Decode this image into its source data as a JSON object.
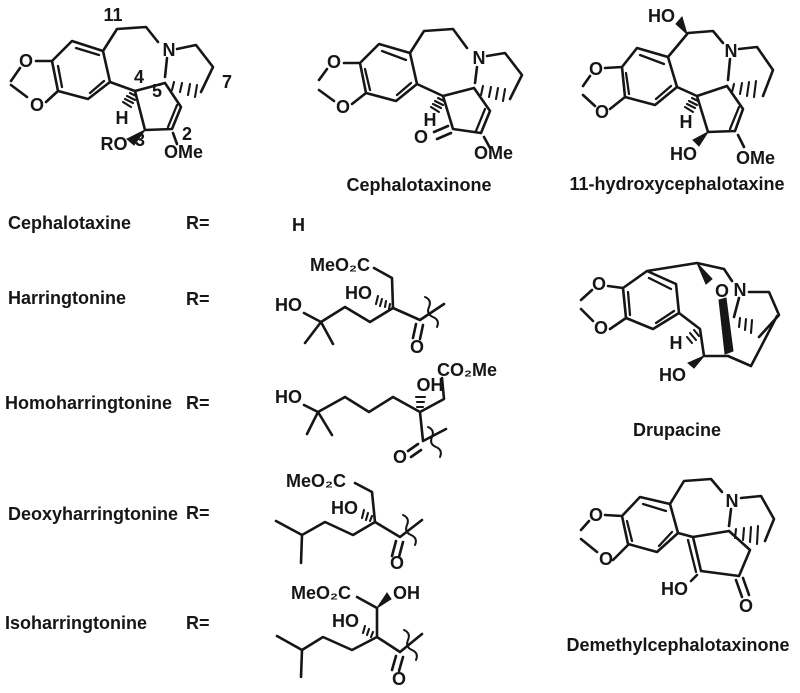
{
  "figure": {
    "background": "#ffffff",
    "ink": "#161616"
  },
  "core": {
    "numbers": {
      "n11": "11",
      "n7": "7",
      "n4": "4",
      "n5": "5",
      "n2": "2",
      "n3": "3"
    },
    "atoms": {
      "n": "N",
      "o1": "O",
      "o2": "O",
      "ro": "RO",
      "ome": "OMe",
      "h": "H"
    }
  },
  "cephalotaxinone": {
    "name": "Cephalotaxinone",
    "atoms": {
      "n": "N",
      "o1": "O",
      "o2": "O",
      "ketone": "O",
      "ome": "OMe",
      "h": "H"
    }
  },
  "hydroxycephalotaxine": {
    "name": "11-hydroxycephalotaxine",
    "atoms": {
      "ho_top": "HO",
      "n": "N",
      "o1": "O",
      "o2": "O",
      "h": "H",
      "ho_bottom": "HO",
      "ome": "OMe"
    }
  },
  "drupacine": {
    "name": "Drupacine",
    "atoms": {
      "o1": "O",
      "o2": "O",
      "o_bridge": "O",
      "n": "N",
      "h": "H",
      "ho": "HO"
    }
  },
  "demethylcephalotaxinone": {
    "name": "Demethylcephalotaxinone",
    "atoms": {
      "o1": "O",
      "o2": "O",
      "n": "N",
      "ho": "HO",
      "ketone": "O"
    }
  },
  "r_table": {
    "rows": [
      {
        "compound": "Cephalotaxine",
        "r": "R=",
        "value": "H"
      },
      {
        "compound": "Harringtonine",
        "r": "R="
      },
      {
        "compound": "Homoharringtonine",
        "r": "R="
      },
      {
        "compound": "Deoxyharringtonine",
        "r": "R="
      },
      {
        "compound": "Isoharringtonine",
        "r": "R="
      }
    ]
  },
  "harringtonine_r": {
    "atoms": {
      "ester": "MeO₂C",
      "ho_alpha": "HO",
      "ho_terminal": "HO",
      "carbonyl": "O"
    }
  },
  "homoharringtonine_r": {
    "atoms": {
      "ho_terminal": "HO",
      "oh_alpha": "OH",
      "ester": "CO₂Me",
      "carbonyl": "O"
    }
  },
  "deoxyharringtonine_r": {
    "atoms": {
      "ester": "MeO₂C",
      "ho_alpha": "HO",
      "carbonyl": "O"
    }
  },
  "isoharringtonine_r": {
    "atoms": {
      "ester": "MeO₂C",
      "oh_beta": "OH",
      "ho_alpha": "HO",
      "carbonyl": "O"
    }
  }
}
